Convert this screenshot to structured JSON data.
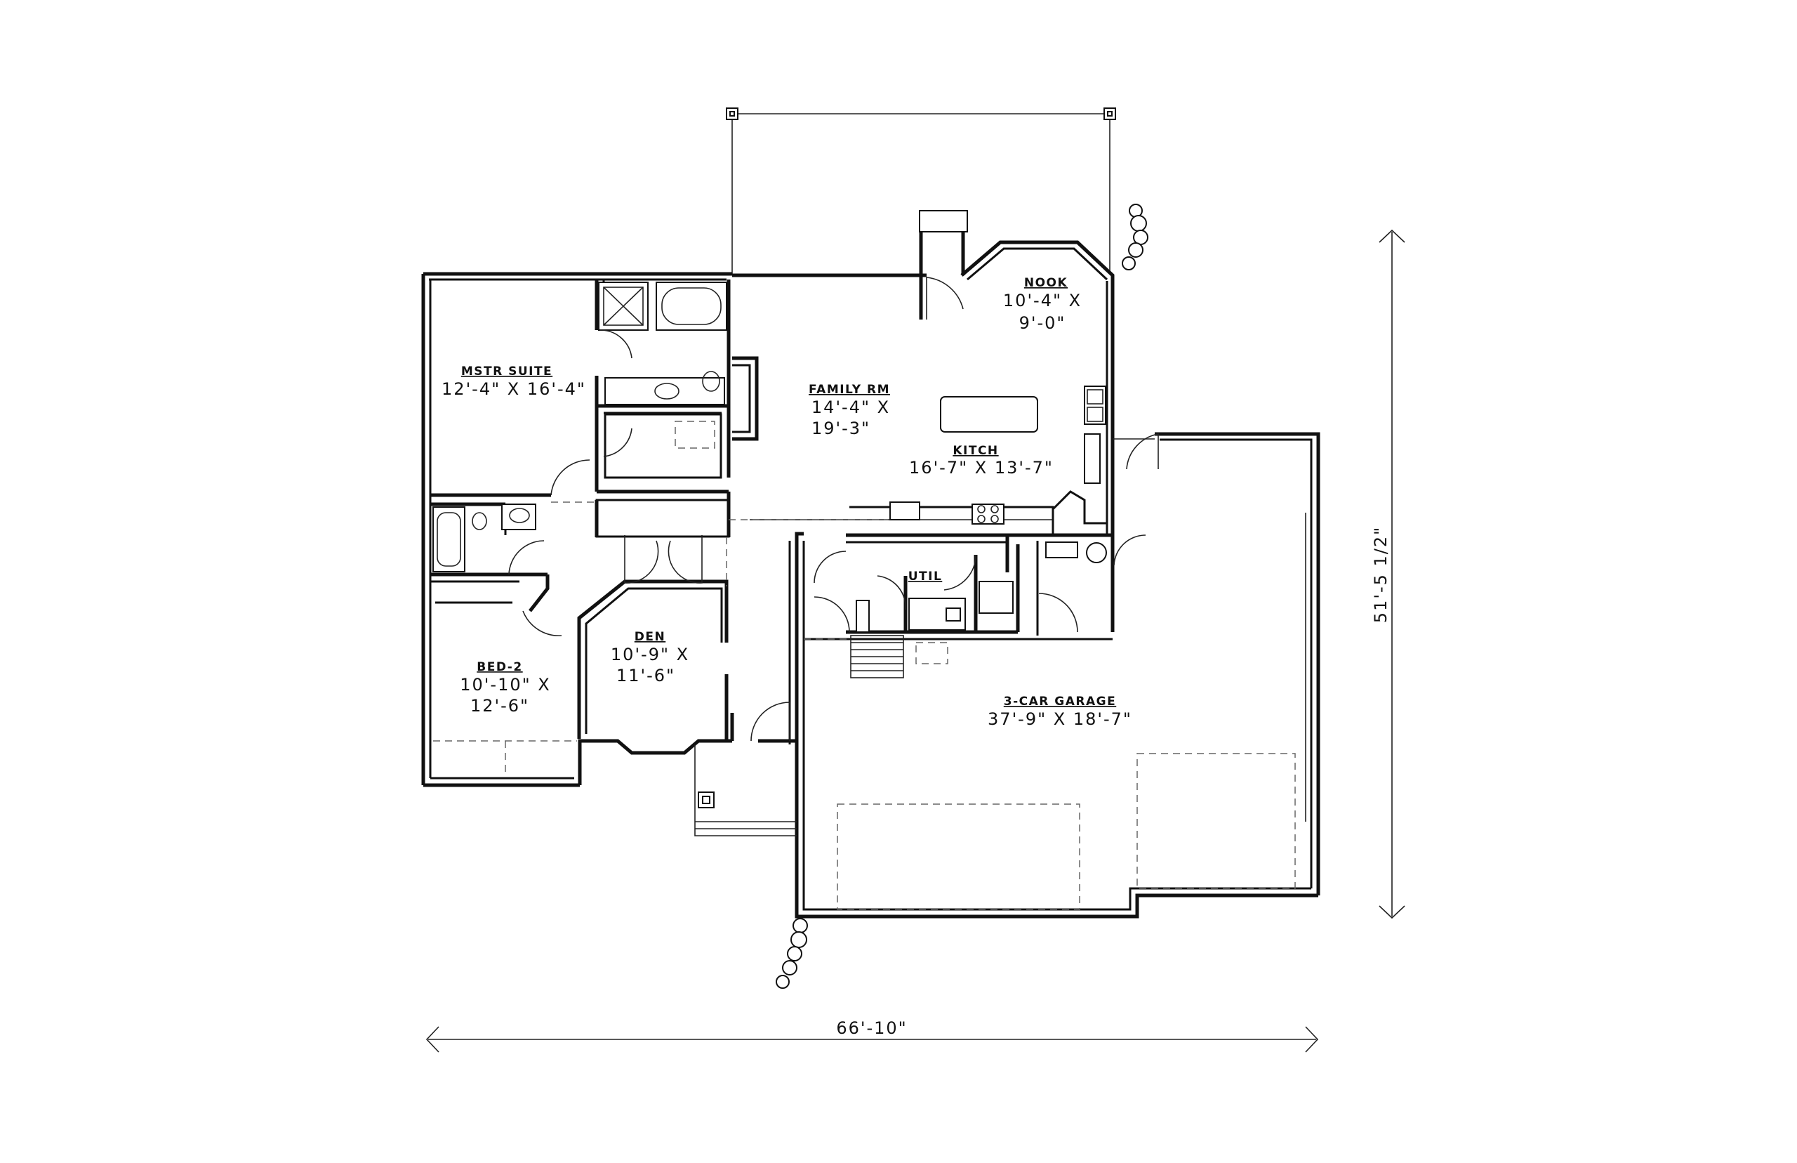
{
  "rooms": {
    "nook": {
      "name": "NOOK",
      "dim1": "10'-4\" X",
      "dim2": "9'-0\""
    },
    "mstr": {
      "name": "MSTR SUITE",
      "dim": "12'-4\" X 16'-4\""
    },
    "family": {
      "name": "FAMILY RM",
      "dim1": "14'-4\" X",
      "dim2": "19'-3\""
    },
    "kitch": {
      "name": "KITCH",
      "dim": "16'-7\" X 13'-7\""
    },
    "util": {
      "name": "UTIL"
    },
    "den": {
      "name": "DEN",
      "dim1": "10'-9\" X",
      "dim2": "11'-6\""
    },
    "bed2": {
      "name": "BED-2",
      "dim1": "10'-10\" X",
      "dim2": "12'-6\""
    },
    "garage": {
      "name": "3-CAR GARAGE",
      "dim": "37'-9\" X 18'-7\""
    }
  },
  "overall": {
    "width": "66'-10\"",
    "depth": "51'-5 1/2\""
  }
}
